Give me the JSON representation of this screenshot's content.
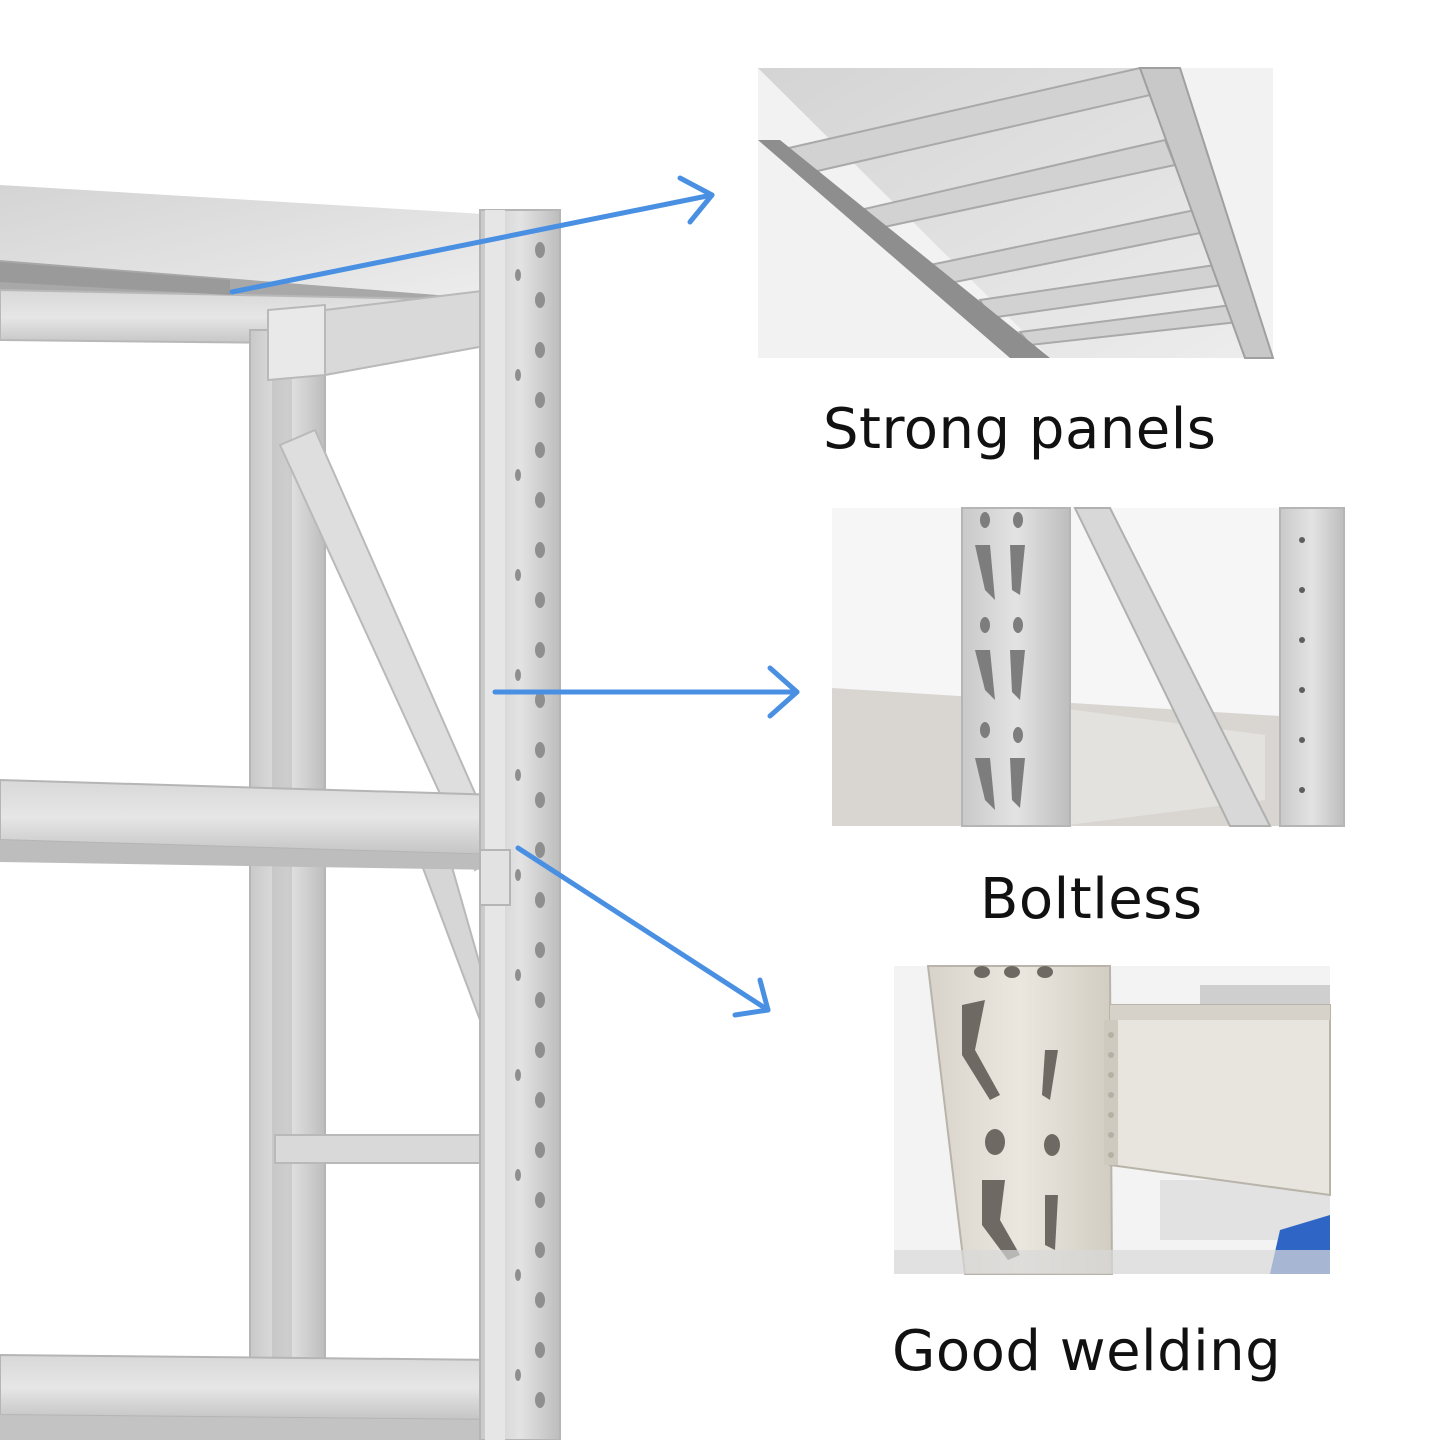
{
  "captions": {
    "panels": "Strong panels",
    "boltless": "Boltless",
    "welding": "Good welding"
  },
  "colors": {
    "arrow": "#4a90e2",
    "steel_light": "#dcdcdc",
    "steel_mid": "#c6c6c6",
    "steel_dark": "#a9a9a9",
    "steel_beige": "#e4e0d8",
    "background": "#ffffff",
    "caption_text": "#111111"
  },
  "icons": {
    "arrow_1": "arrow-right-icon",
    "arrow_2": "arrow-right-icon",
    "arrow_3": "arrow-down-right-icon"
  }
}
